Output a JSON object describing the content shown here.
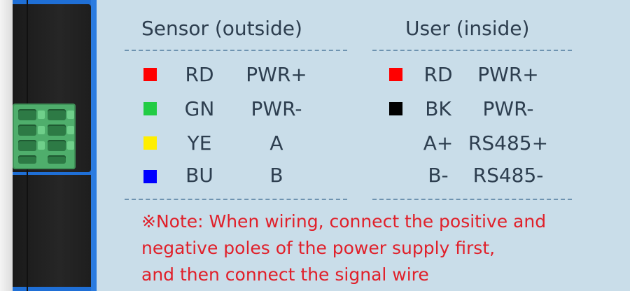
{
  "headers": {
    "sensor": "Sensor (outside)",
    "user": "User (inside)"
  },
  "colors": {
    "red": "#ff0000",
    "green": "#22cc44",
    "yellow": "#ffee00",
    "blue": "#0000ff",
    "black": "#000000",
    "note_text": "#e0202a",
    "background": "#c9dde9"
  },
  "sensor_rows": [
    {
      "color": "red",
      "code": "RD",
      "signal": "PWR+"
    },
    {
      "color": "green",
      "code": "GN",
      "signal": "PWR-"
    },
    {
      "color": "yellow",
      "code": "YE",
      "signal": "A"
    },
    {
      "color": "blue",
      "code": "BU",
      "signal": "B"
    }
  ],
  "user_rows": [
    {
      "color": "red",
      "code": "RD",
      "signal": "PWR+"
    },
    {
      "color": "black",
      "code": "BK",
      "signal": "PWR-"
    },
    {
      "color": "",
      "code": "A+",
      "signal": "RS485+"
    },
    {
      "color": "",
      "code": "B-",
      "signal": "RS485-"
    }
  ],
  "note": {
    "line1": "※Note: When wiring, connect the positive and",
    "line2": "negative poles of the power supply first,",
    "line3": "and then connect the signal wire"
  }
}
